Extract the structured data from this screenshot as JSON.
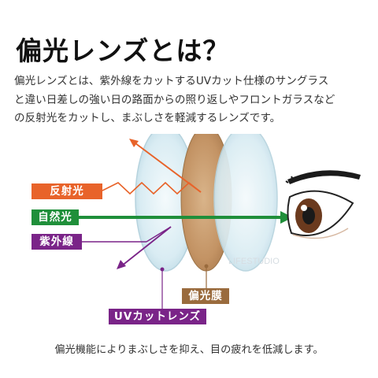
{
  "title": "偏光レンズとは？",
  "description": [
    "偏光レンズとは、紫外線をカットするUVカット仕様のサングラス",
    "と違い日差しの強い日の路面からの照り返しやフロントガラスなど",
    "の反射光をカットし、まぶしさを軽減するレンズです。"
  ],
  "labels": {
    "reflected": "反射光",
    "natural": "自然光",
    "uv": "紫外線",
    "polarizing_film": "偏光膜",
    "uv_cut_lens": "UVカットレンズ"
  },
  "watermark": "LIFESTUDIO",
  "caption": "偏光機能によりまぶしさを抑え、目の疲れを低減します。",
  "colors": {
    "reflected": "#e8632a",
    "natural": "#1f8f3a",
    "uv": "#7a2488",
    "film": "#9a6b3d",
    "lens": "#cfe6ef"
  }
}
